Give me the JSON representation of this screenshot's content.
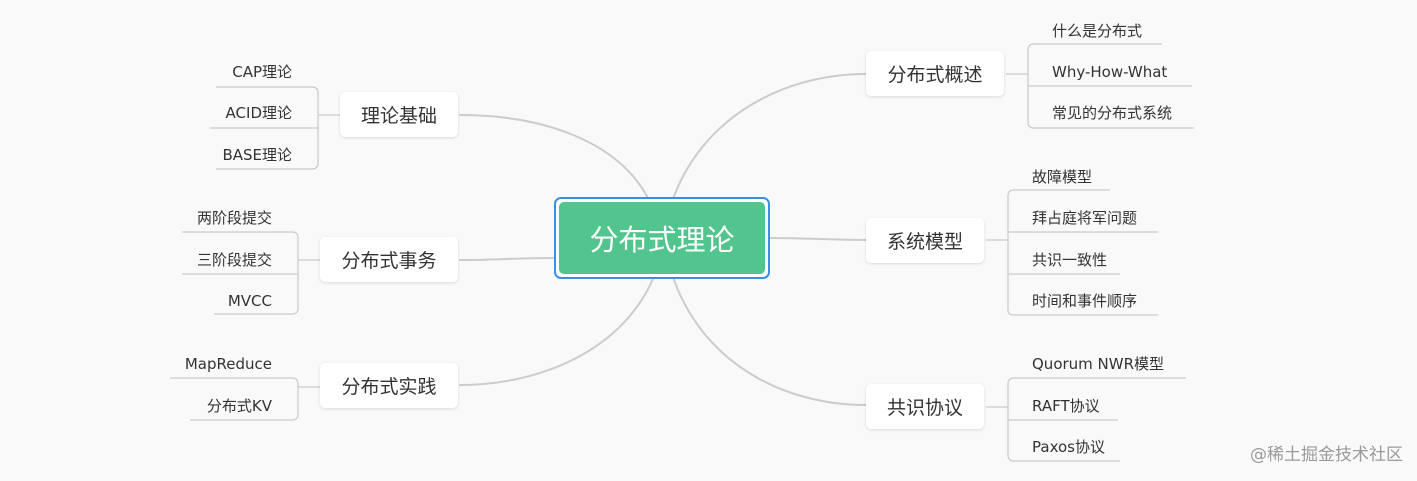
{
  "root": {
    "label": "分布式理论"
  },
  "branches": {
    "theory": {
      "label": "理论基础",
      "leaves": [
        "CAP理论",
        "ACID理论",
        "BASE理论"
      ]
    },
    "transaction": {
      "label": "分布式事务",
      "leaves": [
        "两阶段提交",
        "三阶段提交",
        "MVCC"
      ]
    },
    "practice": {
      "label": "分布式实践",
      "leaves": [
        "MapReduce",
        "分布式KV"
      ]
    },
    "overview": {
      "label": "分布式概述",
      "leaves": [
        "什么是分布式",
        "Why-How-What",
        "常见的分布式系统"
      ]
    },
    "model": {
      "label": "系统模型",
      "leaves": [
        "故障模型",
        "拜占庭将军问题",
        "共识一致性",
        "时间和事件顺序"
      ]
    },
    "protocol": {
      "label": "共识协议",
      "leaves": [
        "Quorum NWR模型",
        "RAFT协议",
        "Paxos协议"
      ]
    }
  },
  "watermark": "@稀土掘金技术社区",
  "colors": {
    "root_fill": "#52c48d",
    "root_border": "#3a8ee6",
    "connector": "#cccccc",
    "background": "#f9f9f9"
  }
}
